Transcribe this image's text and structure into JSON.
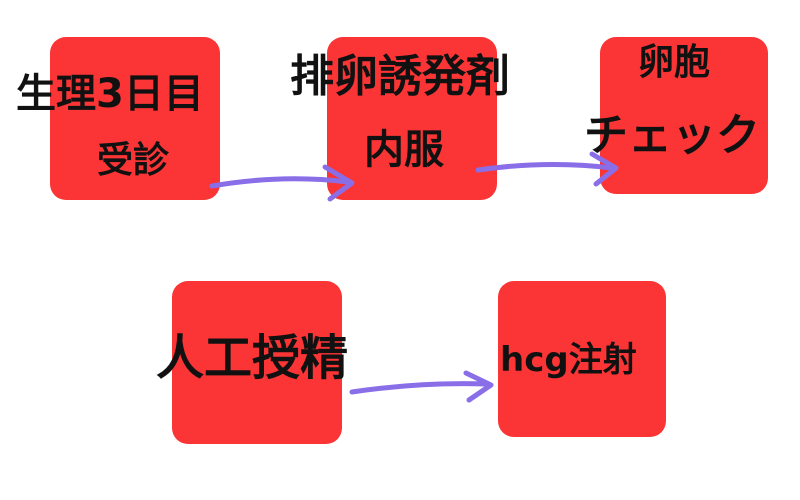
{
  "colors": {
    "box_fill": "#fb3535",
    "arrow": "#8a6ee8",
    "text": "#111111",
    "background": "#ffffff"
  },
  "steps": [
    {
      "line1": "生理3日目",
      "line2": "受診"
    },
    {
      "line1": "排卵誘発剤",
      "line2": "内服"
    },
    {
      "line1": "卵胞",
      "line2": "チェック"
    },
    {
      "line1": "人工授精"
    },
    {
      "line1": "hcg注射"
    }
  ],
  "connections": [
    {
      "from": 0,
      "to": 1
    },
    {
      "from": 1,
      "to": 2
    },
    {
      "from": 3,
      "to": 4
    }
  ]
}
